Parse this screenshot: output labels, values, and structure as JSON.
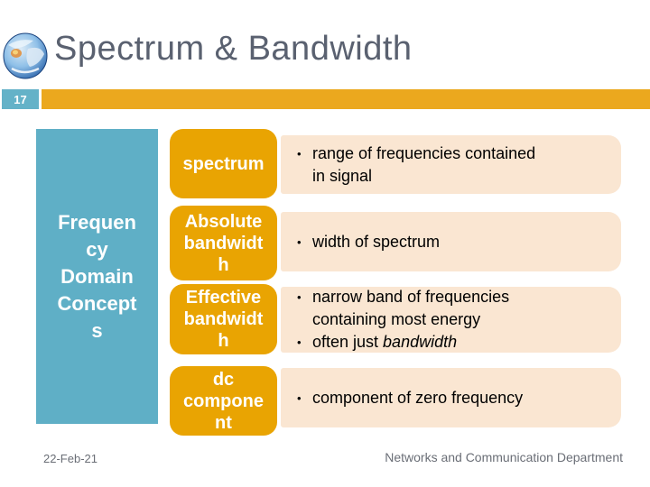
{
  "header": {
    "title": "Spectrum & Bandwidth",
    "slide_number": "17"
  },
  "diagram": {
    "category": "Frequen\ncy\nDomain\nConcept\ns",
    "bullet_char": "•",
    "rows": [
      {
        "label": "spectrum",
        "bullets": [
          {
            "text": "range of frequencies contained\nin signal"
          }
        ]
      },
      {
        "label": "Absolute\nbandwidt\nh",
        "bullets": [
          {
            "text": "width of spectrum"
          }
        ]
      },
      {
        "label": "Effective\nbandwidt\nh",
        "bullets": [
          {
            "text": "narrow band of frequencies\ncontaining most energy"
          },
          {
            "text": "often just ",
            "italic": "bandwidth"
          }
        ]
      },
      {
        "label": "dc\ncompone\nnt",
        "bullets": [
          {
            "text": "component of zero frequency"
          }
        ]
      }
    ]
  },
  "footer": {
    "date": "22-Feb-21",
    "department": "Networks and Communication Department"
  },
  "colors": {
    "teal": "#5FAFC6",
    "slide_number_teal": "#64B2C8",
    "orange_box": "#E9A402",
    "header_bar_orange": "#EBA81E",
    "cream": "#FAE6D2",
    "title_text": "#5A6170",
    "footer_text": "#6A6E76",
    "bullet_text": "#000000",
    "box_label_text": "#FFFFFF"
  }
}
